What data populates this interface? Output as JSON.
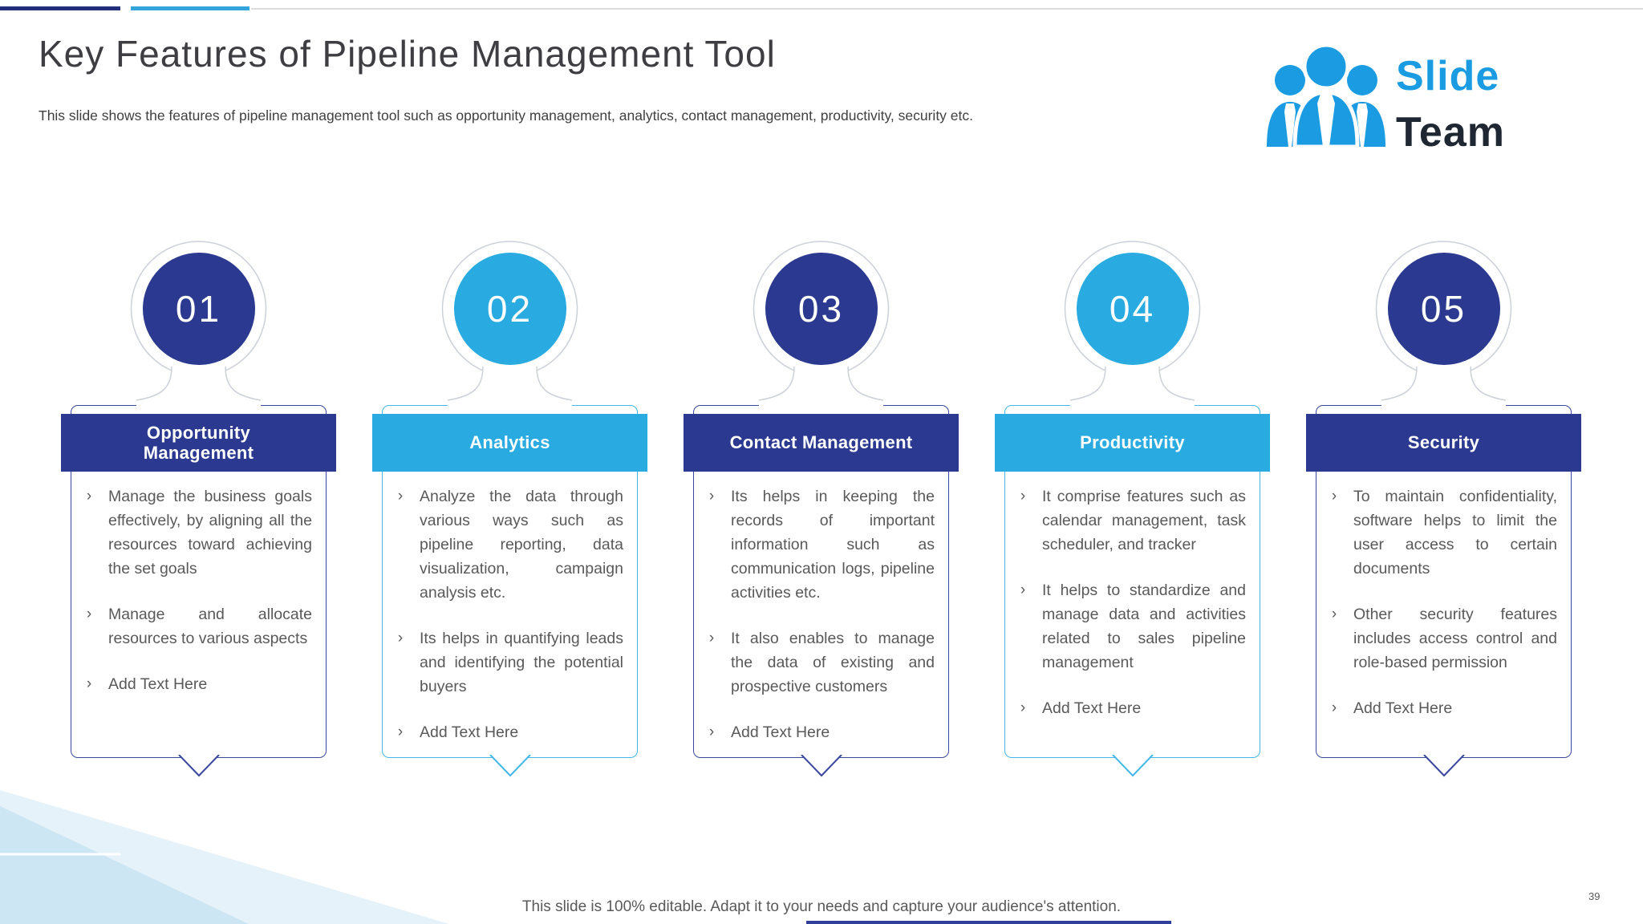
{
  "page": {
    "title": "Key Features of Pipeline Management Tool",
    "subtitle": "This slide shows the features of pipeline management tool such as opportunity management, analytics, contact management, productivity, security etc.",
    "footer": "This slide is 100% editable. Adapt it to your needs and capture your audience's attention.",
    "page_number": "39"
  },
  "logo": {
    "line1": "Slide",
    "line2": "Team"
  },
  "colors": {
    "navy": "#2b3990",
    "light_blue": "#29abe2",
    "logo_blue": "#1b9ce2",
    "logo_text_dark": "#1f2733"
  },
  "columns": [
    {
      "number": "01",
      "title": "Opportunity Management",
      "theme": "navy",
      "bullets": [
        "Manage the business goals effectively, by aligning all the resources toward achieving the set goals",
        "Manage and allocate resources to various aspects",
        "Add Text Here"
      ]
    },
    {
      "number": "02",
      "title": "Analytics",
      "theme": "blue",
      "bullets": [
        "Analyze the data through various ways such as pipeline reporting, data visualization, campaign analysis etc.",
        "Its helps in quantifying leads and identifying the potential buyers",
        "Add Text Here"
      ]
    },
    {
      "number": "03",
      "title": "Contact Management",
      "theme": "navy",
      "bullets": [
        "Its helps in keeping the records of important information such as communication logs, pipeline activities etc.",
        "It also enables to manage the data of existing and prospective customers",
        "Add Text Here"
      ]
    },
    {
      "number": "04",
      "title": "Productivity",
      "theme": "blue",
      "bullets": [
        "It comprise features such as calendar management, task scheduler, and tracker",
        "It helps to standardize and manage data and activities related to sales pipeline management",
        "Add Text Here"
      ]
    },
    {
      "number": "05",
      "title": "Security",
      "theme": "navy",
      "bullets": [
        "To maintain confidentiality, software helps to limit the user access to certain documents",
        "Other security features includes access control and role-based permission",
        "Add Text Here"
      ]
    }
  ]
}
